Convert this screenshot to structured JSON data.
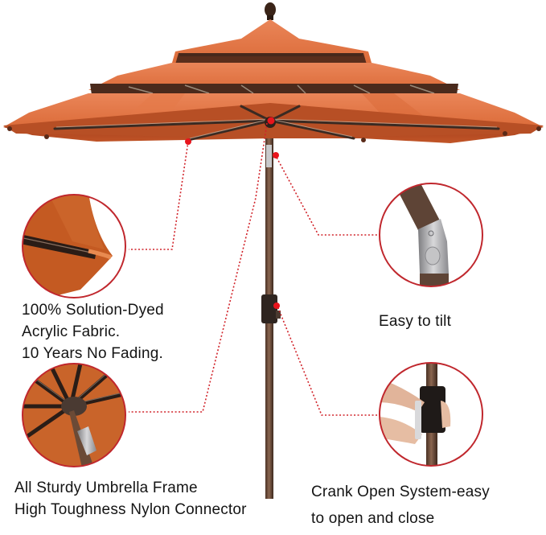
{
  "image": {
    "subject": "Three-tier orange patio umbrella with feature callouts",
    "colors": {
      "canopy": "#e0723f",
      "canopy_underside": "#b94c25",
      "pole": "#6b4a36",
      "callout_ring": "#c0272d",
      "callout_dot": "#e8141c",
      "text": "#141414"
    }
  },
  "callouts": [
    {
      "id": "fabric",
      "icon": "canopy-fabric-closeup",
      "lines": [
        "100% Solution-Dyed",
        "Acrylic Fabric.",
        "10 Years No Fading."
      ]
    },
    {
      "id": "frame",
      "icon": "frame-connector-closeup",
      "lines": [
        "All Sturdy Umbrella Frame",
        "High Toughness Nylon Connector"
      ]
    },
    {
      "id": "tilt",
      "icon": "tilt-joint-closeup",
      "lines": [
        "Easy to tilt"
      ]
    },
    {
      "id": "crank",
      "icon": "crank-handle-closeup",
      "lines": [
        "Crank Open System-easy",
        "to open and close"
      ]
    }
  ]
}
